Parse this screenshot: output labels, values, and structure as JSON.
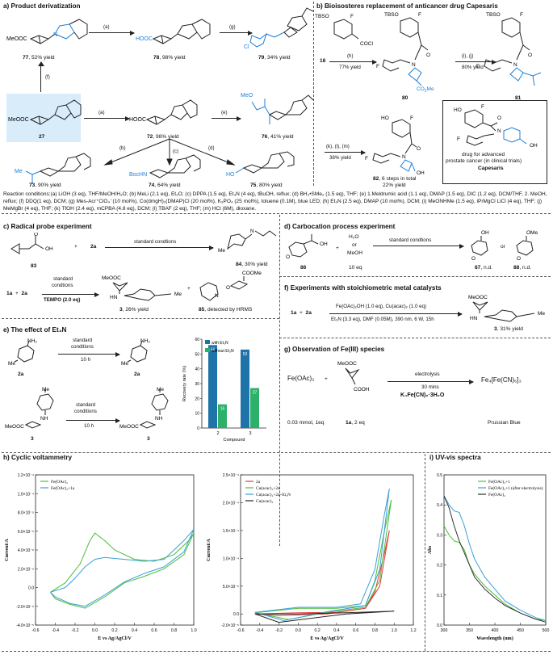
{
  "panel_a": {
    "title": "a) Product derivatization",
    "compounds": {
      "c77": {
        "name": "77",
        "yield": ", 52% yield",
        "ester": "MeOOC"
      },
      "c78": {
        "name": "78",
        "yield": ", 98% yield",
        "acid": "HOOC"
      },
      "c79": {
        "name": "79",
        "yield": ", 34% yield",
        "cl": "Cl"
      },
      "c27": {
        "name": "27",
        "ester": "MeOOC"
      },
      "c72": {
        "name": "72",
        "yield": ", 98% yield",
        "acid": "HOOC"
      },
      "c76": {
        "name": "76",
        "yield": ", 41% yield",
        "ester": "MeO"
      },
      "c73": {
        "name": "73",
        "yield": ", 90% yield",
        "me": "Me"
      },
      "c74": {
        "name": "74",
        "yield": ", 64% yield",
        "boc": "BocHN"
      },
      "c75": {
        "name": "75",
        "yield": ", 80% yield",
        "ho": "HO"
      }
    },
    "steps": {
      "a1": "(a)",
      "g": "(g)",
      "f": "(f)",
      "a2": "(a)",
      "e": "(e)",
      "b": "(b)",
      "c": "(c)",
      "d": "(d)"
    }
  },
  "panel_b": {
    "title": "b) Bioisosteres replacement of anticancer drug Capesaris",
    "start": "18",
    "tbso": "TBSO",
    "f": "F",
    "cocl": "COCl",
    "h": "(h)",
    "h_yield": "77% yield",
    "ij": "(i), (j)",
    "ij_yield": "80% yield",
    "c80": "80",
    "c81": "81",
    "co2me": "CO",
    "co2me_sub": "2",
    "co2me_end": "Me",
    "klm": "(k), (l), (m)",
    "klm_yield": "36% yield",
    "c82": "82",
    "c82_text": ", 6 steps in total",
    "c82_yield": "22% yield",
    "ho": "HO",
    "oh": "OH",
    "o": "O",
    "n": "N",
    "drug_desc": [
      "drug for advanced",
      "prostate cancer (in clinical trials)"
    ],
    "drug_name": "Capesaris"
  },
  "conditions": "Reaction conditions:(a) LiOH (3 eq), THF/MeOH/H₂O; (b) MeLi (2.1 eq), Et₂O; (c) DPPA (1.5 eq), Et₃N (4 eq), tBuOH, reflux; (d) BH₃•SMe₂ (1.5 eq), THF; (e) 1.Meldrumic acid (1.1 eq), DMAP (1.5 eq), DIC (1.2 eq), DCM/THF, 2. MeOH, reflux; (f) DDQ(1 eq), DCM; (g) Mes-Acr⁺ClO₄⁻(10 mol%), Co(dmgH)₂(DMAP)Cl (20 mol%), K₃PO₄ (25 mol%), toluene (0.1M), blue LED; (h) Et₃N (2.5 eq), DMAP (10 mol%), DCM; (i) MeONHMe (1.5 eq), iPrMgCl LiCl (4 eq), THF; (j) MeMgBr (4 eq), THF; (k) TfOH (2.4 eq), mCPBA (4.8 eq), DCM; (l) TBAF (2 eq), THF; (m) HCl (6M), dioxane.",
  "panel_c": {
    "title": "c) Radical probe experiment",
    "c83": "83",
    "plus": "+",
    "r2a": "2a",
    "std": "standard condtions",
    "c84": "84",
    "c84_yield": ", 30% yield",
    "r1a": "1a",
    "std2": "standard",
    "std2b": "condtions",
    "tempo": "TEMPO (2.0 eq)",
    "c3": "3",
    "c3_yield": ", 26% yield",
    "c85": "85",
    "c85_text": ", detected by HRMS",
    "meooc": "MeOOC",
    "cooome": "COOMe",
    "oh": "OH",
    "o": "O",
    "hn": "HN",
    "me": "Me",
    "n": "N"
  },
  "panel_d": {
    "title": "d) Carbocation process experiment",
    "c86": "86",
    "h2o": "H₂O",
    "or": "or",
    "meoh": "MeOH",
    "eq": "10 eq",
    "std": "standard condtions",
    "c87": "87",
    "c87_nd": ", n.d.",
    "or2": "or",
    "c88": "88",
    "c88_nd": ", n.d.",
    "oh": "OH",
    "ome": "OMe",
    "o": "O"
  },
  "panel_e": {
    "title": "e) The effect of Et₃N",
    "r2a": "2a",
    "p2a": "2a",
    "std": "standard",
    "cond": "conditions",
    "time": "10 h",
    "r3": "3",
    "p3": "3",
    "std2": "standard",
    "cond2": "conditions",
    "time2": "10 h",
    "nh2": "NH₂",
    "me": "Me",
    "meooc": "MeOOC",
    "nh": "NH"
  },
  "panel_f": {
    "title": "f) Experiments with stoichiometric metal catalysts",
    "r1a": "1a",
    "plus": "+",
    "r2a": "2a",
    "cond_top": "Fe(OAc)₂OH (1.0 eq), Cu(acac)₂ (1.0 eq)",
    "cond_bot": "Et₃N (3.3 eq), DMF (0.05M), 390 nm, 6 W, 15h",
    "c3": "3",
    "c3_yield": ", 31% yield",
    "meooc": "MeOOC",
    "hn": "HN",
    "me": "Me"
  },
  "panel_g": {
    "title": "g) Observation of Fe(III) species",
    "fe": "Fe(OAc)₂",
    "plus": "+",
    "meooc": "MeOOC",
    "cooh": "COOH",
    "electrolysis": "electrolysis",
    "time": "30 mins",
    "additive": "K₄Fe(CN)₆·3H₂O",
    "product": "Fe₄[Fe(CN)₆]₃",
    "fe_amount": "0.03 mmol, 1eq",
    "r1a": "1a",
    "r1a_amt": ", 2 eq",
    "pb": "Prussian Blue"
  },
  "panel_h_title": "h) Cyclic voltammetry",
  "panel_i_title": "i) UV-vis spectra",
  "chart_data": [
    {
      "type": "bar",
      "categories": [
        "2",
        "3"
      ],
      "xlabel": "Compound",
      "ylabel": "Recovery rate (%)",
      "ylim": [
        0,
        60
      ],
      "yticks": [
        0,
        10,
        20,
        30,
        40,
        50,
        60
      ],
      "legend": "top-right",
      "series": [
        {
          "name": "with Et₃N",
          "values": [
            56,
            53
          ],
          "color": "#1e73a8"
        },
        {
          "name": "without Et₃N",
          "values": [
            16,
            27
          ],
          "color": "#2cb06a"
        }
      ],
      "data_labels": [
        "56",
        "16",
        "53",
        "27"
      ]
    },
    {
      "type": "line",
      "xlabel": "E vs Ag/AgCl/V",
      "ylabel": "Current/A",
      "xlim": [
        -0.6,
        1.0
      ],
      "xticks": [
        "-0.6",
        "-0.4",
        "-0.2",
        "0.0",
        "0.2",
        "0.4",
        "0.6",
        "0.8",
        "1.0"
      ],
      "ylim": [
        -4e-05,
        0.00012
      ],
      "yticks": [
        "-4.0×10⁻⁵",
        "-2.0×10⁻⁵",
        "0.0",
        "2.0×10⁻⁵",
        "4.0×10⁻⁵",
        "6.0×10⁻⁵",
        "8.0×10⁻⁵",
        "1.0×10⁻⁴",
        "1.2×10⁻⁴"
      ],
      "legend": "top-left",
      "series": [
        {
          "name": "Fe(OAc)₂",
          "color": "#4cbd3a",
          "forward": [
            [
              -0.45,
              -5e-06
            ],
            [
              -0.3,
              5e-06
            ],
            [
              -0.15,
              2.5e-05
            ],
            [
              -0.05,
              5e-05
            ],
            [
              0.0,
              5.8e-05
            ],
            [
              0.1,
              5e-05
            ],
            [
              0.2,
              4e-05
            ],
            [
              0.4,
              3e-05
            ],
            [
              0.6,
              2.8e-05
            ],
            [
              0.8,
              3.5e-05
            ],
            [
              0.95,
              5e-05
            ],
            [
              1.0,
              5.8e-05
            ]
          ],
          "reverse": [
            [
              1.0,
              5.8e-05
            ],
            [
              0.9,
              3.5e-05
            ],
            [
              0.7,
              2e-05
            ],
            [
              0.5,
              1.2e-05
            ],
            [
              0.3,
              5e-06
            ],
            [
              0.1,
              -1e-05
            ],
            [
              -0.1,
              -2.2e-05
            ],
            [
              -0.25,
              -1.8e-05
            ],
            [
              -0.4,
              -1.2e-05
            ],
            [
              -0.45,
              -5e-06
            ]
          ]
        },
        {
          "name": "Fe(OAc)₂+1a",
          "color": "#3aa0d8",
          "forward": [
            [
              -0.45,
              -5e-06
            ],
            [
              -0.3,
              0.0
            ],
            [
              -0.2,
              1e-05
            ],
            [
              -0.1,
              2.2e-05
            ],
            [
              0.0,
              3e-05
            ],
            [
              0.1,
              3.2e-05
            ],
            [
              0.3,
              3e-05
            ],
            [
              0.5,
              2.8e-05
            ],
            [
              0.7,
              3e-05
            ],
            [
              0.9,
              5e-05
            ],
            [
              1.0,
              6.2e-05
            ]
          ],
          "reverse": [
            [
              1.0,
              6.2e-05
            ],
            [
              0.9,
              3.8e-05
            ],
            [
              0.7,
              2.2e-05
            ],
            [
              0.5,
              1.5e-05
            ],
            [
              0.3,
              6e-06
            ],
            [
              0.1,
              -8e-06
            ],
            [
              -0.1,
              -2e-05
            ],
            [
              -0.25,
              -1.7e-05
            ],
            [
              -0.4,
              -1e-05
            ],
            [
              -0.45,
              -5e-06
            ]
          ]
        }
      ]
    },
    {
      "type": "line",
      "xlabel": "E vs Ag/AgCl/V",
      "ylabel": "Current/A",
      "xlim": [
        -0.6,
        1.2
      ],
      "xticks": [
        "-0.6",
        "-0.4",
        "-0.2",
        "0.0",
        "0.2",
        "0.4",
        "0.6",
        "0.8",
        "1.0",
        "1.2"
      ],
      "ylim": [
        -2e-05,
        0.00025
      ],
      "yticks": [
        "-2.0×10⁻⁵",
        "0.0",
        "5.0×10⁻⁵",
        "1.0×10⁻⁴",
        "1.5×10⁻⁴",
        "2.0×10⁻⁴",
        "2.5×10⁻⁴"
      ],
      "legend": "top-left",
      "series": [
        {
          "name": "2a",
          "color": "#e23b3b",
          "forward": [
            [
              -0.45,
              0.0
            ],
            [
              0.0,
              2e-06
            ],
            [
              0.4,
              3e-06
            ],
            [
              0.7,
              1e-05
            ],
            [
              0.8,
              4e-05
            ],
            [
              0.9,
              0.00011
            ],
            [
              0.95,
              0.00015
            ]
          ],
          "reverse": [
            [
              0.95,
              0.00015
            ],
            [
              0.85,
              5e-05
            ],
            [
              0.7,
              1e-05
            ],
            [
              0.3,
              0.0
            ],
            [
              -0.2,
              -3e-06
            ],
            [
              -0.45,
              0.0
            ]
          ]
        },
        {
          "name": "Cu(acac)₂+2a",
          "color": "#4cbd3a",
          "forward": [
            [
              -0.45,
              2e-06
            ],
            [
              0.0,
              1e-05
            ],
            [
              0.4,
              1e-05
            ],
            [
              0.7,
              1.5e-05
            ],
            [
              0.8,
              6e-05
            ],
            [
              0.9,
              0.00015
            ],
            [
              0.97,
              0.000205
            ]
          ],
          "reverse": [
            [
              0.97,
              0.000205
            ],
            [
              0.85,
              6e-05
            ],
            [
              0.7,
              1.2e-05
            ],
            [
              0.3,
              3e-06
            ],
            [
              -0.1,
              -1e-05
            ],
            [
              -0.45,
              2e-06
            ]
          ]
        },
        {
          "name": "Cu(acac)₂+2a+Et₃N",
          "color": "#3aa0d8",
          "forward": [
            [
              -0.45,
              3e-06
            ],
            [
              0.0,
              1.2e-05
            ],
            [
              0.4,
              1.2e-05
            ],
            [
              0.65,
              1.8e-05
            ],
            [
              0.8,
              8e-05
            ],
            [
              0.9,
              0.00018
            ],
            [
              0.95,
              0.000225
            ]
          ],
          "reverse": [
            [
              0.95,
              0.000225
            ],
            [
              0.85,
              8e-05
            ],
            [
              0.7,
              1.5e-05
            ],
            [
              0.3,
              4e-06
            ],
            [
              -0.15,
              -1.2e-05
            ],
            [
              -0.45,
              3e-06
            ]
          ]
        },
        {
          "name": "Cu(acac)₂",
          "color": "#222222",
          "forward": [
            [
              -0.45,
              0.0
            ],
            [
              0.0,
              0.0
            ],
            [
              0.5,
              2e-06
            ],
            [
              1.0,
              5e-06
            ]
          ],
          "reverse": [
            [
              1.0,
              5e-06
            ],
            [
              0.5,
              0.0
            ],
            [
              -0.2,
              -1.5e-05
            ],
            [
              -0.45,
              0.0
            ]
          ]
        }
      ]
    },
    {
      "type": "line",
      "xlabel": "Wavelength (nm)",
      "ylabel": "Abs",
      "xlim": [
        300,
        500
      ],
      "xticks": [
        "300",
        "350",
        "400",
        "450",
        "500"
      ],
      "ylim": [
        0.0,
        0.5
      ],
      "yticks": [
        "0.0",
        "0.1",
        "0.2",
        "0.3",
        "0.4",
        "0.5"
      ],
      "legend": "top-right",
      "series": [
        {
          "name": "Fe(OAc)₂+1",
          "color": "#4cbd3a",
          "points": [
            [
              300,
              0.33
            ],
            [
              310,
              0.3
            ],
            [
              320,
              0.28
            ],
            [
              330,
              0.275
            ],
            [
              340,
              0.25
            ],
            [
              350,
              0.2
            ],
            [
              360,
              0.17
            ],
            [
              380,
              0.13
            ],
            [
              400,
              0.1
            ],
            [
              420,
              0.07
            ],
            [
              450,
              0.04
            ],
            [
              480,
              0.02
            ],
            [
              500,
              0.015
            ]
          ]
        },
        {
          "name": "Fe(OAc)₂+1 (after electrolysis)",
          "color": "#3aa0d8",
          "points": [
            [
              300,
              0.43
            ],
            [
              310,
              0.4
            ],
            [
              320,
              0.38
            ],
            [
              330,
              0.375
            ],
            [
              340,
              0.33
            ],
            [
              350,
              0.27
            ],
            [
              360,
              0.22
            ],
            [
              380,
              0.16
            ],
            [
              400,
              0.12
            ],
            [
              420,
              0.08
            ],
            [
              450,
              0.05
            ],
            [
              480,
              0.025
            ],
            [
              500,
              0.015
            ]
          ]
        },
        {
          "name": "Fe(OAc)₂",
          "color": "#333333",
          "points": [
            [
              300,
              0.43
            ],
            [
              310,
              0.39
            ],
            [
              320,
              0.33
            ],
            [
              330,
              0.28
            ],
            [
              340,
              0.24
            ],
            [
              350,
              0.2
            ],
            [
              360,
              0.16
            ],
            [
              380,
              0.12
            ],
            [
              400,
              0.09
            ],
            [
              420,
              0.065
            ],
            [
              450,
              0.04
            ],
            [
              480,
              0.02
            ],
            [
              500,
              0.01
            ]
          ]
        }
      ]
    }
  ]
}
